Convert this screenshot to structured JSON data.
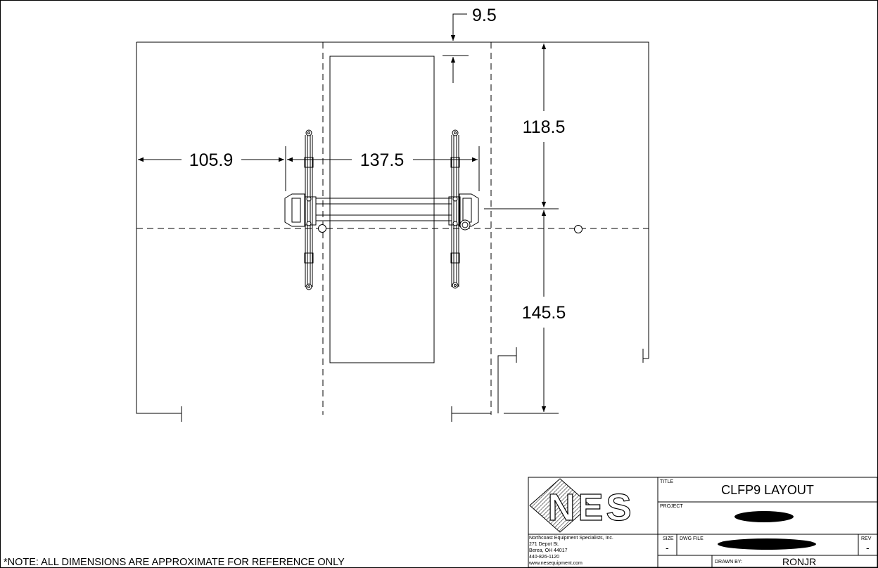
{
  "drawing": {
    "dimensions": {
      "top_offset": "9.5",
      "left_width": "105.9",
      "between_columns": "137.5",
      "upper_length": "118.5",
      "lower_length": "145.5"
    },
    "note": "*NOTE: ALL DIMENSIONS ARE APPROXIMATE FOR REFERENCE ONLY"
  },
  "title_block": {
    "logo_text": "NES",
    "company": {
      "name": "Northcoast Equipment Specialists, Inc.",
      "street": "271 Depot St.",
      "city": "Berea, OH 44017",
      "phone": "440-826-1120",
      "web": "www.nesequipment.com"
    },
    "title_label": "TITLE",
    "title": "CLFP9 LAYOUT",
    "project_label": "PROJECT",
    "size_label": "SIZE",
    "size_value": "-",
    "dwg_file_label": "DWG FILE",
    "rev_label": "REV",
    "rev_value": "-",
    "drawn_by_label": "DRAWN BY:",
    "drawn_by": "RONJR"
  },
  "colors": {
    "line": "#000000",
    "redaction": "#000000",
    "background": "#ffffff"
  }
}
